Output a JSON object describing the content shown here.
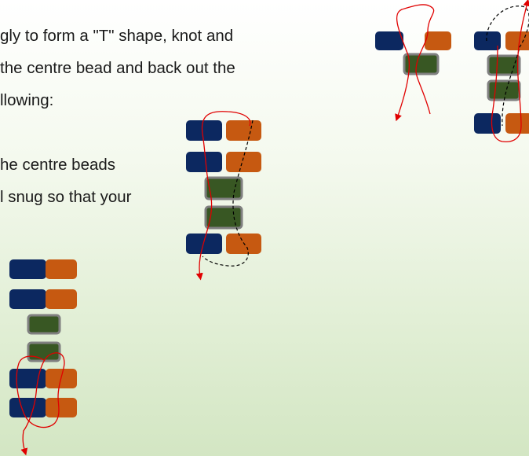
{
  "instructions": {
    "lines": [
      "gly to form a \"T\" shape, knot and",
      "the centre bead and back out the",
      "llowing:",
      "he centre beads",
      "l snug so that your"
    ]
  },
  "colors": {
    "navy_bead": "#0c2860",
    "orange_bead": "#c65911",
    "green_bead": "#385723",
    "green_bead_border": "#7f7f7f",
    "thread_red": "#e00000",
    "thread_dashed": "#000000",
    "background_top": "#ffffff",
    "background_bottom": "#d3e6c3"
  },
  "figures": [
    {
      "name": "diagram-top-right-pair",
      "icon": "bead-t-shape-icon"
    },
    {
      "name": "diagram-middle",
      "icon": "bead-stack-icon"
    },
    {
      "name": "diagram-bottom-left",
      "icon": "bead-stack-icon"
    }
  ]
}
